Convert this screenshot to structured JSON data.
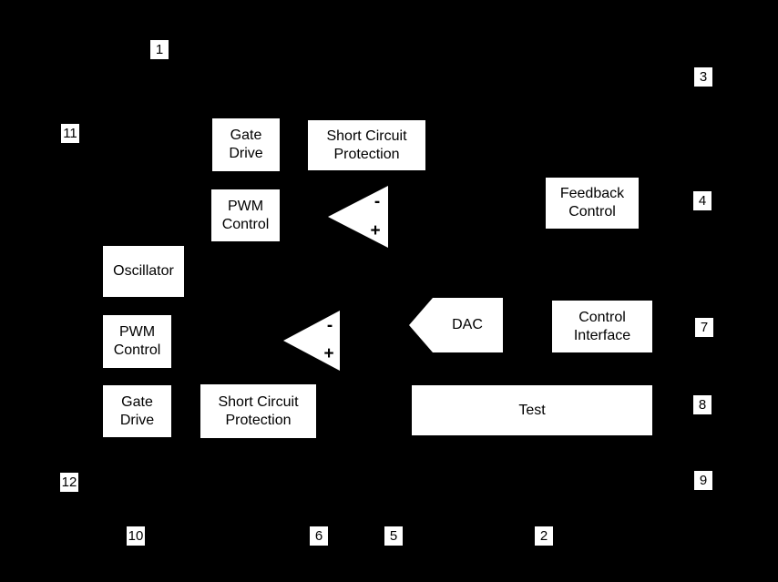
{
  "colors": {
    "background": "#000000",
    "block_fill": "#ffffff",
    "block_text": "#000000"
  },
  "blocks": {
    "gate_drive_top": "Gate\nDrive",
    "short_circuit_protection_top": "Short Circuit\nProtection",
    "pwm_control_top": "PWM\nControl",
    "feedback_control": "Feedback\nControl",
    "oscillator": "Oscillator",
    "pwm_control_bottom": "PWM\nControl",
    "control_interface": "Control\nInterface",
    "gate_drive_bottom": "Gate\nDrive",
    "short_circuit_protection_bottom": "Short Circuit\nProtection",
    "test": "Test",
    "dac": "DAC"
  },
  "comparator": {
    "minus": "-",
    "plus": "+"
  },
  "pins": {
    "p1": "1",
    "p2": "2",
    "p3": "3",
    "p4": "4",
    "p5": "5",
    "p6": "6",
    "p7": "7",
    "p8": "8",
    "p9": "9",
    "p10": "10",
    "p11": "11",
    "p12": "12"
  }
}
